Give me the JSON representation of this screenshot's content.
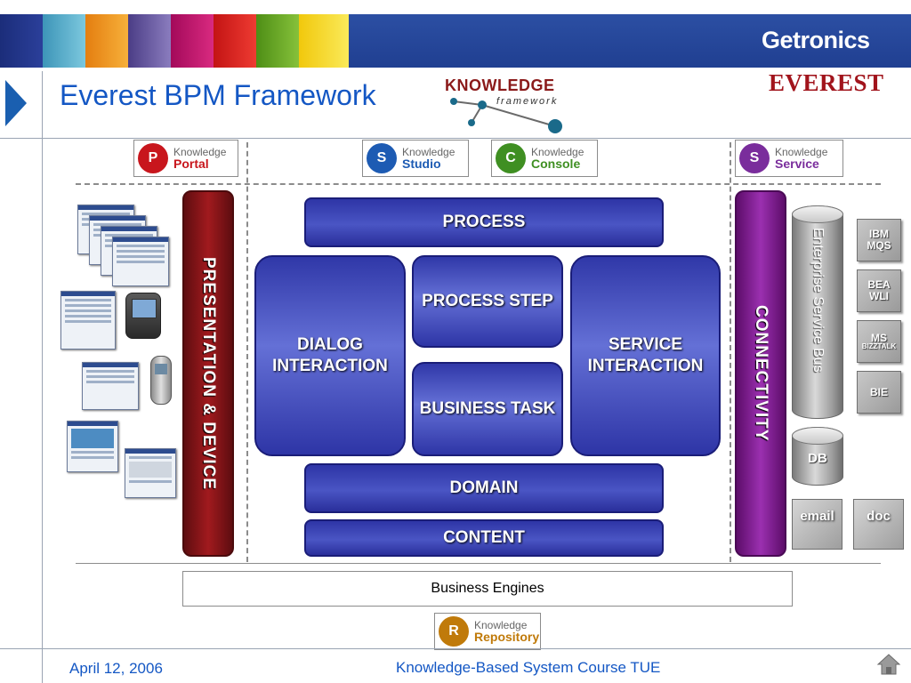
{
  "header": {
    "title": "Everest BPM Framework",
    "logo_getronics": "Getronics",
    "logo_everest": "EVEREST",
    "logo_knowledge": "KNOWLEDGE",
    "logo_framework": "framework",
    "stripe_colors": [
      "#2b3f9a",
      "#5bb2cf",
      "#f39b1c",
      "#6b5ba4",
      "#c0136c",
      "#e52220",
      "#6aa624",
      "#f6dc1c"
    ]
  },
  "badges": {
    "portal": {
      "knowledge": "Knowledge",
      "name": "Portal",
      "color": "#c8161d",
      "icon_letter": "P"
    },
    "studio": {
      "knowledge": "Knowledge",
      "name": "Studio",
      "color": "#1d5bb3",
      "icon_letter": "S"
    },
    "console": {
      "knowledge": "Knowledge",
      "name": "Console",
      "color": "#3f8f22",
      "icon_letter": "C"
    },
    "service": {
      "knowledge": "Knowledge",
      "name": "Service",
      "color": "#7a2d9c",
      "icon_letter": "S"
    },
    "repository": {
      "knowledge": "Knowledge",
      "name": "Repository",
      "color": "#c07a0a",
      "icon_letter": "R"
    }
  },
  "diagram": {
    "presentation": "PRESENTATION & DEVICE",
    "connectivity": "CONNECTIVITY",
    "process": "PROCESS",
    "process_step": "PROCESS STEP",
    "business_task": "BUSINESS TASK",
    "dialog_interaction": "DIALOG INTERACTION",
    "service_interaction": "SERVICE INTERACTION",
    "domain": "DOMAIN",
    "content": "CONTENT",
    "esb": "Enterprise Service Bus",
    "db": "DB",
    "email": "email",
    "doc": "doc",
    "ibm": "IBM MQS",
    "bea": "BEA WLI",
    "ms_line1": "MS",
    "ms_line2": "BIZZTALK",
    "bie": "BIE",
    "business_engines": "Business Engines"
  },
  "footer": {
    "date": "April 12, 2006",
    "course": "Knowledge-Based System Course TUE"
  }
}
